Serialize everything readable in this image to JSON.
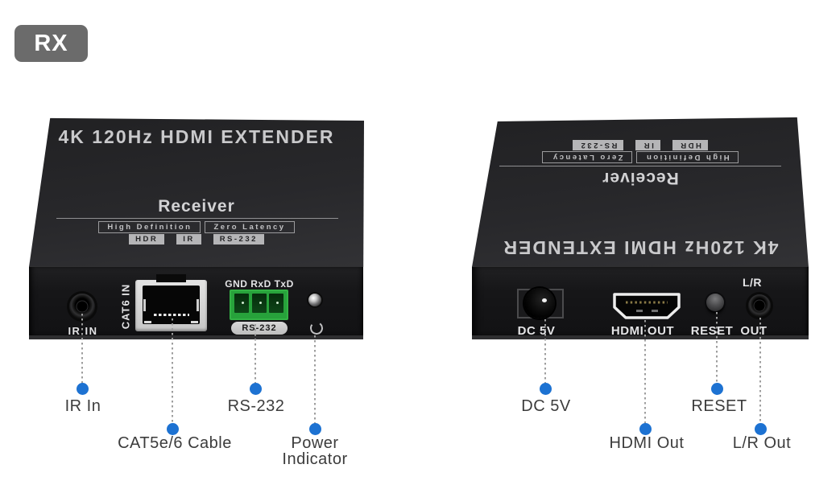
{
  "rx_badge": {
    "label": "RX"
  },
  "device_top": {
    "title": "4K 120Hz HDMI EXTENDER",
    "subtitle": "Receiver",
    "outline_badges": [
      "High Definition",
      "Zero Latency"
    ],
    "filled_badges": [
      "HDR",
      "IR",
      "RS-232"
    ]
  },
  "front_panel": {
    "ir_jack_label": "IR IN",
    "cat6_label": "CAT6 IN",
    "serial_pins_label": "GND RxD TxD",
    "serial_port_label": "RS-232"
  },
  "rear_panel": {
    "dc_label": "DC 5V",
    "hdmi_label": "HDMI OUT",
    "reset_label": "RESET",
    "lr_label_top": "L/R",
    "lr_label_bottom": "OUT"
  },
  "callouts": {
    "front": [
      {
        "label": "IR In"
      },
      {
        "label": "CAT5e/6 Cable"
      },
      {
        "label": "RS-232"
      },
      {
        "label": "Power",
        "label2": "Indicator"
      }
    ],
    "rear": [
      {
        "label": "DC 5V"
      },
      {
        "label": "HDMI Out"
      },
      {
        "label": "RESET"
      },
      {
        "label": "L/R Out"
      }
    ]
  },
  "colors": {
    "accent_dot": "#1d72d2",
    "leader_line": "#9e9e9e",
    "label_text": "#3c3c3c",
    "device_top_face": "#29292b",
    "device_front_face": "#18181a",
    "device_text": "#c9c9cb",
    "terminal_green": "#27a23b",
    "port_silver": "#d8d8d8"
  }
}
